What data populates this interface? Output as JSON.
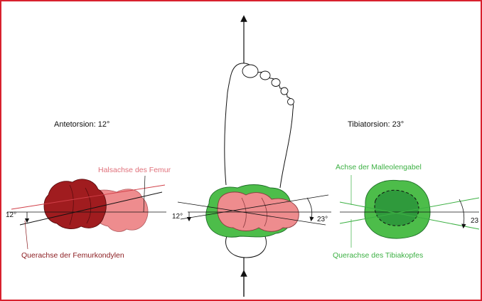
{
  "left": {
    "heading": "Antetorsion: 12°",
    "label_femur_neck_axis": "Halsachse des Femur",
    "label_condyle_axis": "Querachse der Femurkondylen",
    "angle": "12°"
  },
  "center": {
    "angle_left": "12°",
    "angle_right": "23°"
  },
  "right": {
    "heading": "Tibiatorsion: 23°",
    "label_malleolar_axis": "Achse der Malleolengabel",
    "label_tibial_head_axis": "Querachse des Tibiakopfes",
    "angle": "23"
  },
  "colors": {
    "frame_border": "#d8212e",
    "femur_neck": "#ee8c8e",
    "femur_condyles": "#a01c1f",
    "tibia": "#4dbd4a",
    "tibia_dark": "#2f9a3c",
    "label_red": "#e0707a",
    "label_dark_red": "#8a1a1e",
    "label_green": "#3cb043"
  }
}
